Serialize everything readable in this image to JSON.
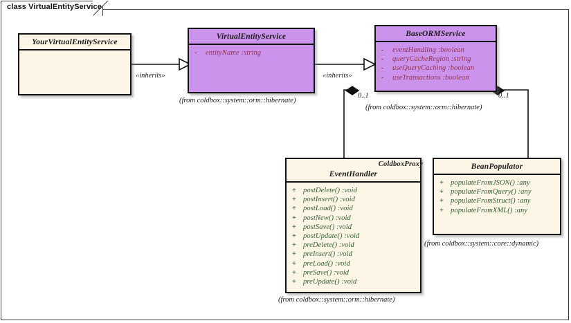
{
  "frame": {
    "title": "class VirtualEntityService"
  },
  "classes": [
    {
      "id": "your-virtual-entity-service",
      "name": "YourVirtualEntityService",
      "stereotype": "",
      "fill": "#fdf5e6",
      "members": [],
      "from_note": ""
    },
    {
      "id": "virtual-entity-service",
      "name": "VirtualEntityService",
      "stereotype": "",
      "fill": "#cb93ec",
      "members": [
        {
          "visibility": "-",
          "text": "entityName  :string"
        }
      ],
      "from_note": "(from coldbox::system::orm::hibernate)"
    },
    {
      "id": "base-orm-service",
      "name": "BaseORMService",
      "stereotype": "",
      "fill": "#cb93ec",
      "members": [
        {
          "visibility": "-",
          "text": "eventHandling  :boolean"
        },
        {
          "visibility": "-",
          "text": "queryCacheRegion  :string"
        },
        {
          "visibility": "-",
          "text": "useQueryCaching  :boolean"
        },
        {
          "visibility": "-",
          "text": "useTransactions  :boolean"
        }
      ],
      "from_note": "(from coldbox::system::orm::hibernate)"
    },
    {
      "id": "event-handler",
      "name": "EventHandler",
      "stereotype": "ColdboxProxy",
      "fill": "#fdf5e6",
      "members": [
        {
          "visibility": "+",
          "text": "postDelete()  :void"
        },
        {
          "visibility": "+",
          "text": "postInsert()  :void"
        },
        {
          "visibility": "+",
          "text": "postLoad()  :void"
        },
        {
          "visibility": "+",
          "text": "postNew()  :void"
        },
        {
          "visibility": "+",
          "text": "postSave()  :void"
        },
        {
          "visibility": "+",
          "text": "postUpdate()  :void"
        },
        {
          "visibility": "+",
          "text": "preDelete()  :void"
        },
        {
          "visibility": "+",
          "text": "preInsert()  :void"
        },
        {
          "visibility": "+",
          "text": "preLoad()  :void"
        },
        {
          "visibility": "+",
          "text": "preSave()  :void"
        },
        {
          "visibility": "+",
          "text": "preUpdate()  :void"
        }
      ],
      "from_note": "(from coldbox::system::orm::hibernate)"
    },
    {
      "id": "bean-populator",
      "name": "BeanPopulator",
      "stereotype": "",
      "fill": "#fdf5e6",
      "members": [
        {
          "visibility": "+",
          "text": "populateFromJSON()  :any"
        },
        {
          "visibility": "+",
          "text": "populateFromQuery()  :any"
        },
        {
          "visibility": "+",
          "text": "populateFromStruct()  :any"
        },
        {
          "visibility": "+",
          "text": "populateFromXML()  :any"
        }
      ],
      "from_note": "(from coldbox::system::core::dynamic)"
    }
  ],
  "connectors": {
    "inherits_left_label": "«inherits»",
    "inherits_right_label": "«inherits»",
    "multiplicity_left": "0..1",
    "multiplicity_right": "0..1"
  },
  "colors": {
    "class_purple": "#cb93ec",
    "class_cream": "#fdf5e6",
    "border": "#111111",
    "attribute_text": "#93304b",
    "method_text": "#2f5d2f",
    "background": "#ffffff"
  }
}
